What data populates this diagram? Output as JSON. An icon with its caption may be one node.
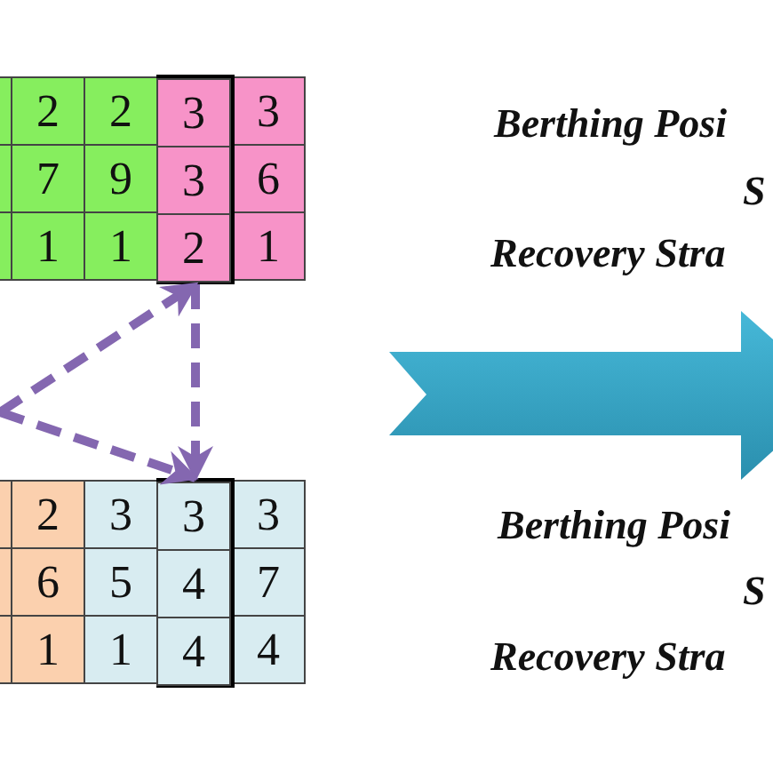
{
  "diagram": {
    "nodes": [
      {
        "text": [
          "3",
          "3",
          "2"
        ]
      },
      {
        "text": [
          "3",
          "4",
          "4"
        ]
      }
    ],
    "edges": [
      {
        "from": null,
        "to": 0,
        "arrow": "to",
        "style": "dashed"
      },
      {
        "from": 0,
        "to": 1,
        "arrow": "to",
        "style": "dashed"
      },
      {
        "from": null,
        "to": 1,
        "arrow": "to",
        "style": "dashed"
      }
    ],
    "labels": [
      "2",
      "2",
      "3",
      "7",
      "9",
      "6",
      "1",
      "1",
      "1",
      "2",
      "3",
      "3",
      "6",
      "5",
      "7",
      "1",
      "1",
      "4",
      "Berthing Posi",
      "S",
      "Recovery Stra",
      "Berthing Posi",
      "S",
      "Recovery Stra"
    ]
  }
}
